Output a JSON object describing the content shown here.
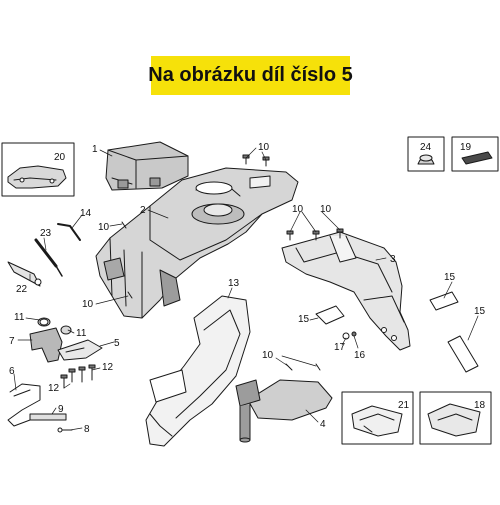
{
  "banner": {
    "text": "Na obrázku díl číslo 5",
    "color": "#f6e10a"
  },
  "callouts": {
    "c1": "1",
    "c2": "2",
    "c3": "3",
    "c4": "4",
    "c5": "5",
    "c6": "6",
    "c7": "7",
    "c8": "8",
    "c9": "9",
    "c10_top": "10",
    "c10_mid": "10",
    "c10_left": "10",
    "c10_left2": "10",
    "c10_bottom": "10",
    "c11_left": "11",
    "c11_right": "11",
    "c12_right": "12",
    "c12_left": "12",
    "c13": "13",
    "c14": "14",
    "c15_a": "15",
    "c15_b": "15",
    "c15_c": "15",
    "c16": "16",
    "c17": "17",
    "c18": "18",
    "c19": "19",
    "c20": "20",
    "c21": "21",
    "c22": "22",
    "c23": "23",
    "c24": "24"
  },
  "part_icons": [
    "cover-panel-icon",
    "frame-body-icon",
    "rear-bracket-icon",
    "floor-plate-icon",
    "clip-plate-icon",
    "spring-wire-icon",
    "hinge-bracket-icon",
    "pin-icon",
    "rod-icon",
    "screw-icon",
    "bushing-icon",
    "mudguard-icon",
    "allen-key-icon",
    "reflector-icon",
    "nut-icon",
    "spring-clip-icon",
    "pad-icon",
    "mount-clip-icon",
    "tool-wrench-icon",
    "screwdriver-icon",
    "cap-icon"
  ]
}
